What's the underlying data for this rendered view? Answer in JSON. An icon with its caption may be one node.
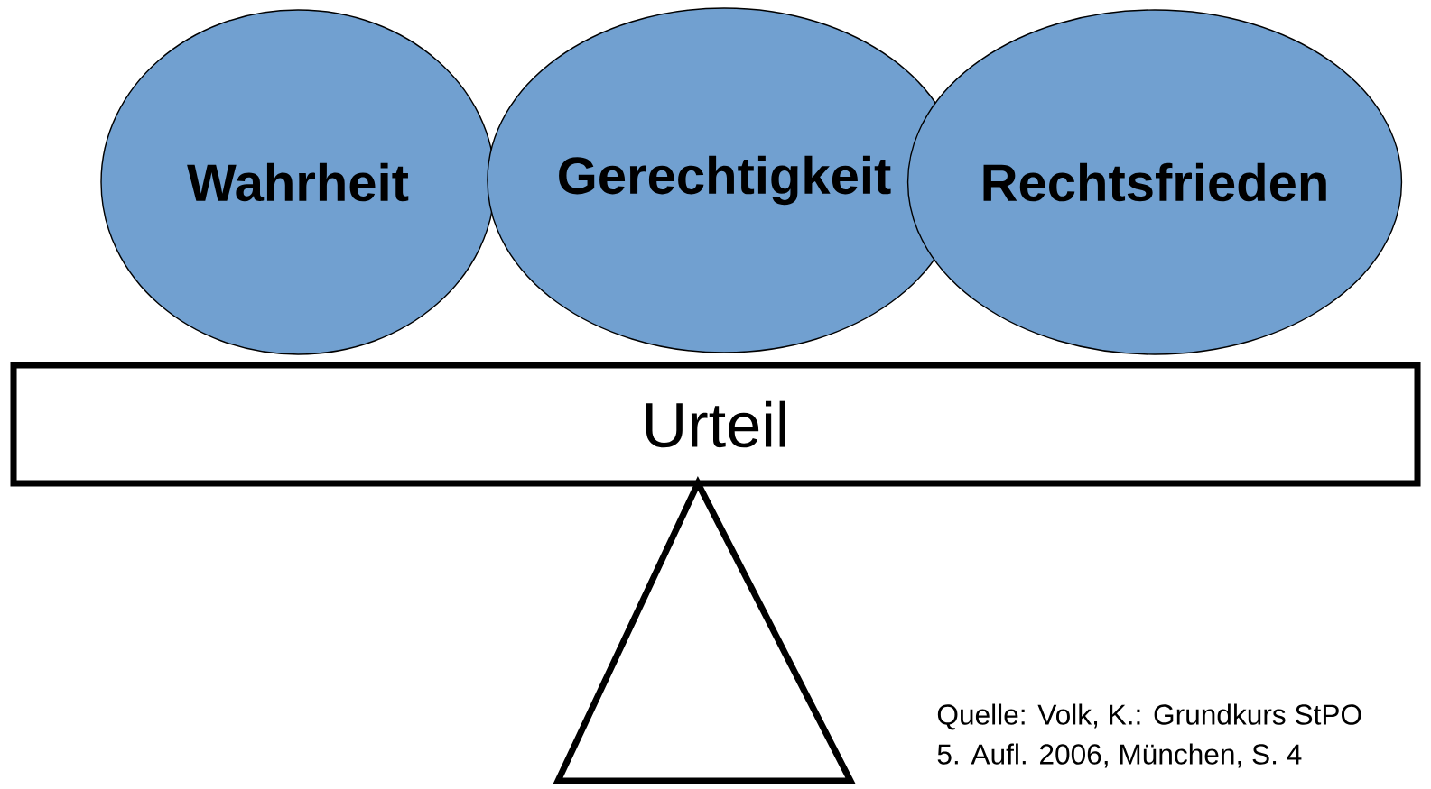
{
  "diagram": {
    "nodes": [
      {
        "text": [
          "Wahrheit"
        ]
      },
      {
        "text": [
          "Gerechtigkeit"
        ]
      },
      {
        "text": [
          "Rechtsfrieden"
        ]
      },
      {
        "text": [
          "Urteil"
        ]
      },
      {
        "text": [],
        "shape": "triangle"
      }
    ],
    "labels": [
      "Quelle: Volk, K.: Grundkurs StPO",
      "5. Aufl. 2006, München, S. 4"
    ]
  }
}
